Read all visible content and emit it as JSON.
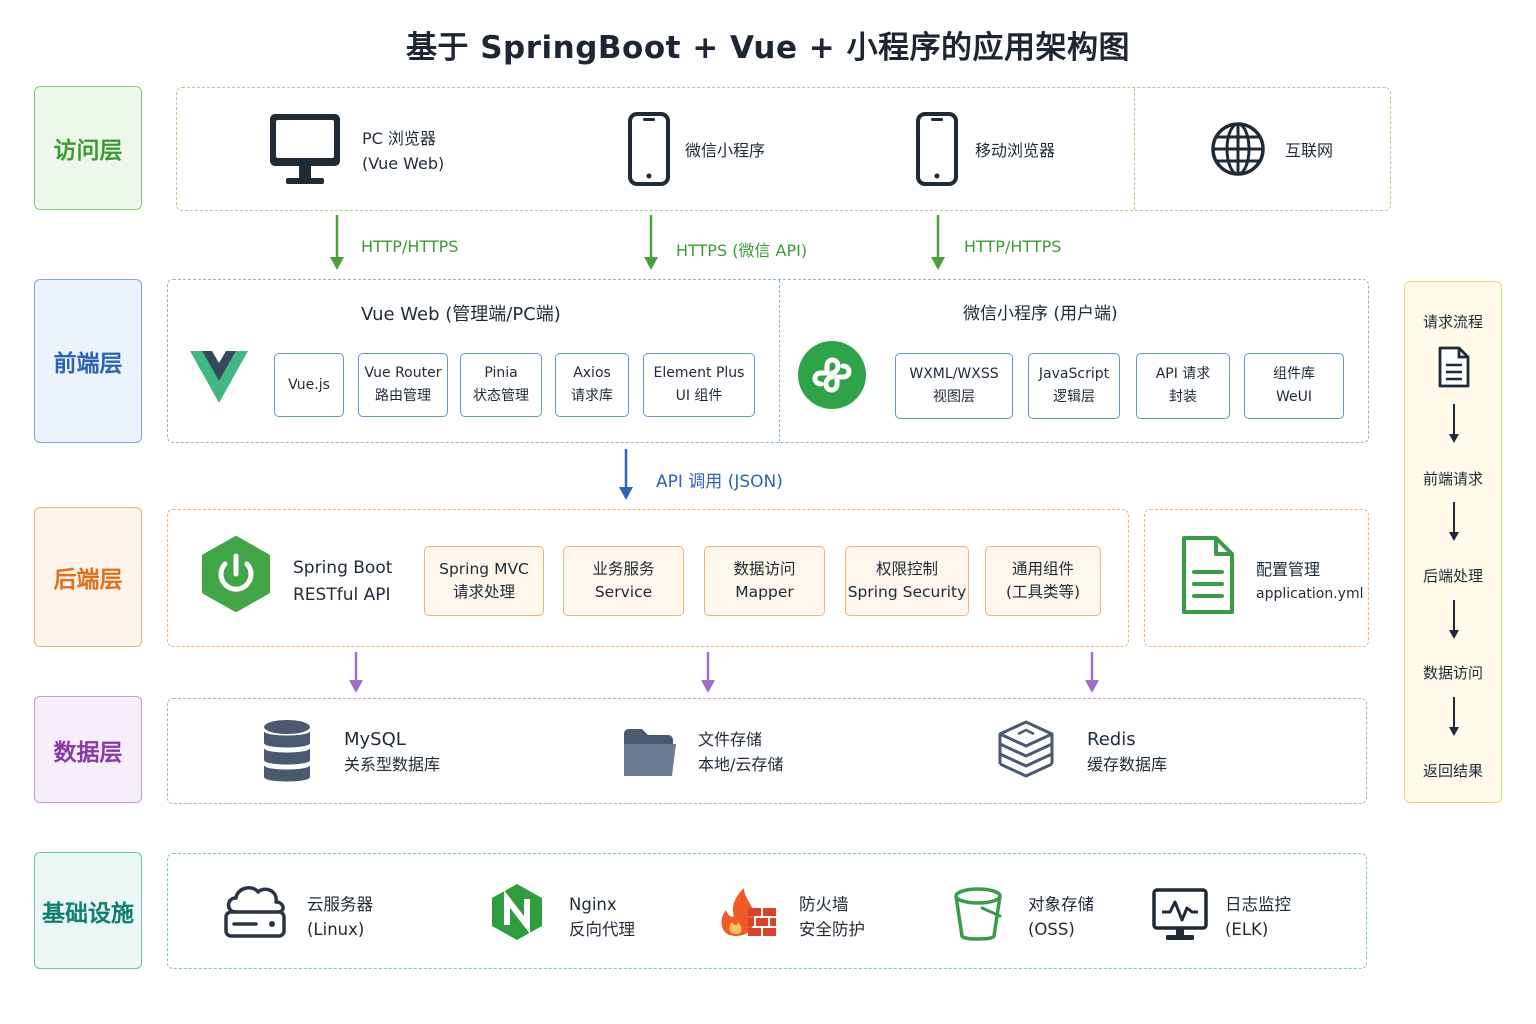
{
  "title": "基于 SpringBoot + Vue + 小程序的应用架构图",
  "colors": {
    "access": "#5cad4a",
    "frontend": "#2f6fbd",
    "backend": "#e0731f",
    "data": "#8e44ad",
    "infra": "#138a78",
    "flow": "#e6b84a"
  },
  "layers": {
    "access": "访问层",
    "frontend": "前端层",
    "backend": "后端层",
    "data": "数据层",
    "infra": "基础设施"
  },
  "access": {
    "pc": {
      "line1": "PC 浏览器",
      "line2": "(Vue Web)",
      "icon": "monitor-icon"
    },
    "wechat": {
      "label": "微信小程序",
      "icon": "phone-icon"
    },
    "mobile": {
      "label": "移动浏览器",
      "icon": "phone-icon"
    },
    "internet": {
      "label": "互联网",
      "icon": "globe-icon"
    }
  },
  "access_arrows": [
    "HTTP/HTTPS",
    "HTTPS (微信 API)",
    "HTTP/HTTPS"
  ],
  "frontend": {
    "vue_title": "Vue Web (管理端/PC端)",
    "vue_chips": [
      {
        "l1": "Vue.js",
        "l2": ""
      },
      {
        "l1": "Vue Router",
        "l2": "路由管理"
      },
      {
        "l1": "Pinia",
        "l2": "状态管理"
      },
      {
        "l1": "Axios",
        "l2": "请求库"
      },
      {
        "l1": "Element Plus",
        "l2": "UI 组件"
      }
    ],
    "mini_title": "微信小程序 (用户端)",
    "mini_chips": [
      {
        "l1": "WXML/WXSS",
        "l2": "视图层"
      },
      {
        "l1": "JavaScript",
        "l2": "逻辑层"
      },
      {
        "l1": "API 请求",
        "l2": "封装"
      },
      {
        "l1": "组件库",
        "l2": "WeUI"
      }
    ]
  },
  "api_arrow": "API 调用 (JSON)",
  "backend": {
    "spring": {
      "line1": "Spring Boot",
      "line2": "RESTful API",
      "icon": "power-icon"
    },
    "chips": [
      {
        "l1": "Spring MVC",
        "l2": "请求处理"
      },
      {
        "l1": "业务服务",
        "l2": "Service"
      },
      {
        "l1": "数据访问",
        "l2": "Mapper"
      },
      {
        "l1": "权限控制",
        "l2": "Spring Security"
      },
      {
        "l1": "通用组件",
        "l2": "(工具类等)"
      }
    ],
    "config": {
      "line1": "配置管理",
      "line2": "application.yml",
      "icon": "document-icon"
    }
  },
  "data": {
    "mysql": {
      "line1": "MySQL",
      "line2": "关系型数据库",
      "icon": "database-icon"
    },
    "files": {
      "line1": "文件存储",
      "line2": "本地/云存储",
      "icon": "folder-icon"
    },
    "redis": {
      "line1": "Redis",
      "line2": "缓存数据库",
      "icon": "layers-icon"
    }
  },
  "infra": {
    "server": {
      "line1": "云服务器",
      "line2": "(Linux)",
      "icon": "cloud-server-icon"
    },
    "nginx": {
      "line1": "Nginx",
      "line2": "反向代理",
      "icon": "nginx-icon"
    },
    "firewall": {
      "line1": "防火墙",
      "line2": "安全防护",
      "icon": "firewall-icon"
    },
    "oss": {
      "line1": "对象存储",
      "line2": "(OSS)",
      "icon": "bucket-icon"
    },
    "monitor": {
      "line1": "日志监控",
      "line2": "(ELK)",
      "icon": "monitor-chart-icon"
    }
  },
  "flow": {
    "title": "请求流程",
    "steps": [
      "前端请求",
      "后端处理",
      "数据访问",
      "返回结果"
    ]
  }
}
